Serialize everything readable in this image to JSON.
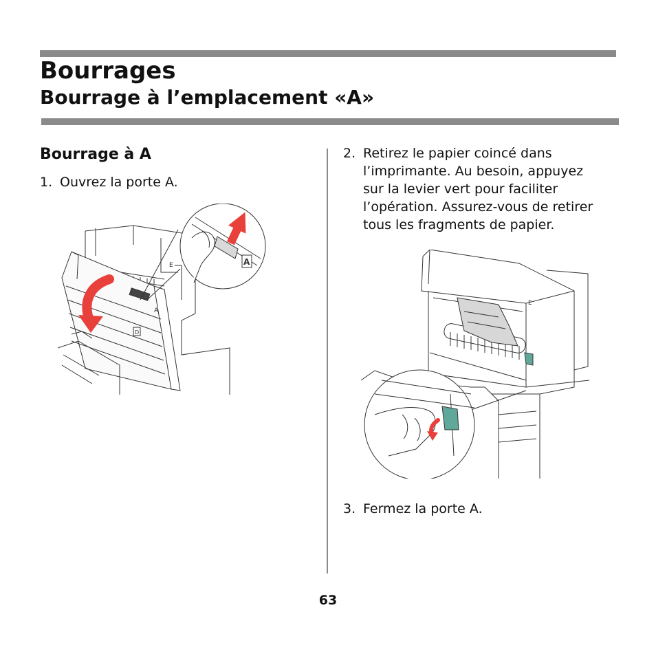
{
  "header": {
    "title": "Bourrages",
    "subtitle": "Bourrage à l’emplacement «A»"
  },
  "section": {
    "heading": "Bourrage à A"
  },
  "steps": [
    {
      "number": "1.",
      "lines": [
        "Ouvrez la porte A."
      ]
    },
    {
      "number": "2.",
      "lines": [
        "Retirez le papier coincé dans",
        "l’imprimante. Au besoin, appuyez",
        "sur la levier vert pour faciliter",
        "l’opération. Assurez-vous de retirer",
        "tous les fragments de papier."
      ]
    },
    {
      "number": "3.",
      "lines": [
        "Fermez la porte A."
      ]
    }
  ],
  "figures": {
    "open_door": {
      "labels": [
        "E",
        "A",
        "D",
        "A"
      ]
    },
    "remove_paper": {
      "labels": [
        "E"
      ]
    }
  },
  "colors": {
    "rule": "#8a8a8a",
    "arrow_red": "#e8403a",
    "lever_green": "#5fa89a"
  },
  "footer": {
    "page_number": "63"
  }
}
